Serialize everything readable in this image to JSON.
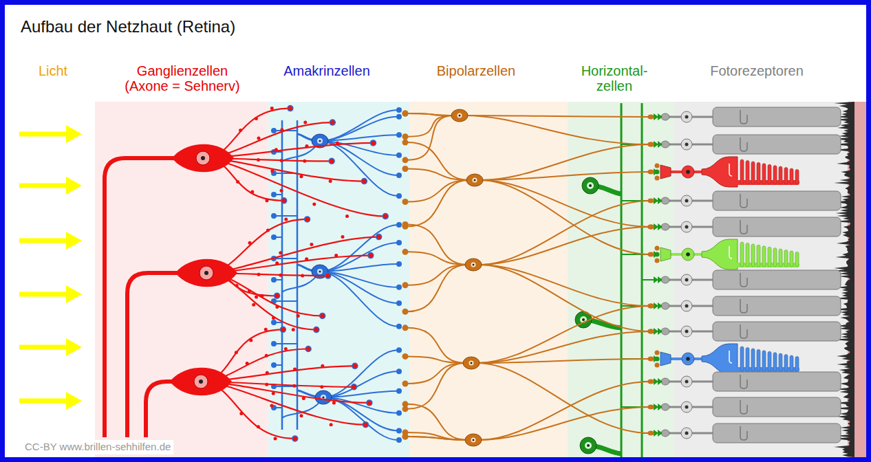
{
  "diagram": {
    "title": "Aufbau der Netzhaut (Retina)",
    "labels": [
      "Licht",
      "Ganglienzellen (Axone = Sehnerv)",
      "Amakrinzellen",
      "Bipolarzellen",
      "Horizontal- zellen",
      "Fotorezeptoren",
      "CC-BY www.brillen-sehhilfen.de"
    ]
  }
}
